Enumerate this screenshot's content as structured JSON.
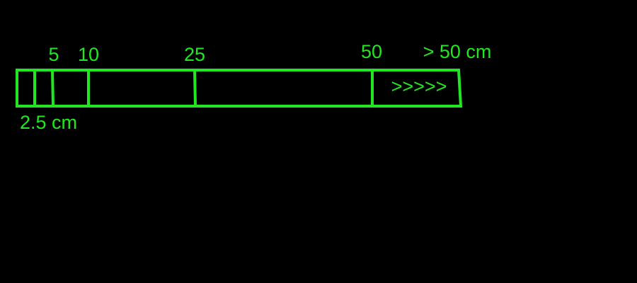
{
  "colors": {
    "background": "#000000",
    "stroke": "#22e622"
  },
  "labels": {
    "first": "2.5 cm",
    "second": "5",
    "third": "10",
    "fourth": "25",
    "fifth": "50",
    "last": "> 50 cm",
    "overflow_marker": ">>>>>"
  }
}
